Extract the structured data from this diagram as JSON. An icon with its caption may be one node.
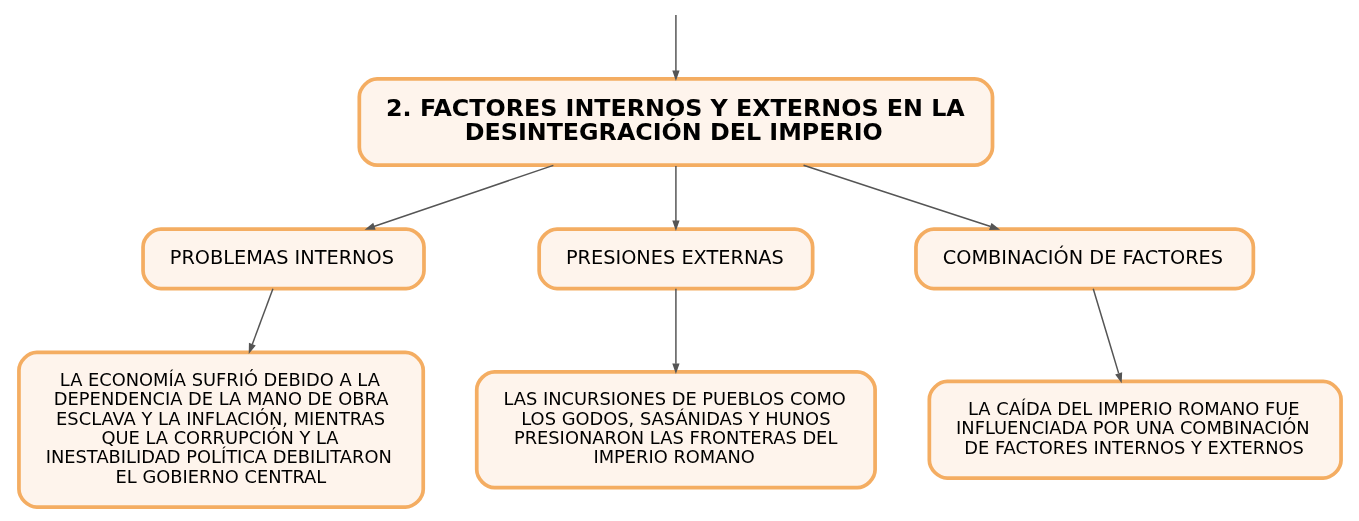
{
  "diagram": {
    "nodes": [
      {
        "text": [
          "2. FACTORES INTERNOS Y EXTERNOS EN LA DESINTEGRACIÓN DEL IMPERIO"
        ]
      },
      {
        "text": [
          "PROBLEMAS INTERNOS"
        ]
      },
      {
        "text": [
          "PRESIONES EXTERNAS"
        ]
      },
      {
        "text": [
          "COMBINACIÓN DE FACTORES"
        ]
      },
      {
        "text": [
          "LA ECONOMÍA SUFRIÓ DEBIDO A LA DEPENDENCIA DE LA MANO DE OBRA ESCLAVA Y LA INFLACIÓN, MIENTRAS QUE LA CORRUPCIÓN Y LA INESTABILIDAD POLÍTICA DEBILITARON EL GOBIERNO CENTRAL"
        ]
      },
      {
        "text": [
          "LAS INCURSIONES DE PUEBLOS COMO LOS GODOS, SASÁNIDAS Y HUNOS PRESIONARON LAS FRONTERAS DEL IMPERIO ROMANO"
        ]
      },
      {
        "text": [
          "LA CAÍDA DEL IMPERIO ROMANO FUE INFLUENCIADA POR UNA COMBINACIÓN DE FACTORES INTERNOS Y EXTERNOS"
        ]
      }
    ],
    "edges": [
      {
        "from": null,
        "to": 0,
        "arrow": "to"
      },
      {
        "from": 0,
        "to": 1,
        "arrow": "to"
      },
      {
        "from": 0,
        "to": 2,
        "arrow": "to"
      },
      {
        "from": 0,
        "to": 3,
        "arrow": "to"
      },
      {
        "from": 1,
        "to": 4,
        "arrow": "to"
      },
      {
        "from": 2,
        "to": 5,
        "arrow": "to"
      },
      {
        "from": 3,
        "to": 6,
        "arrow": "to"
      }
    ]
  }
}
